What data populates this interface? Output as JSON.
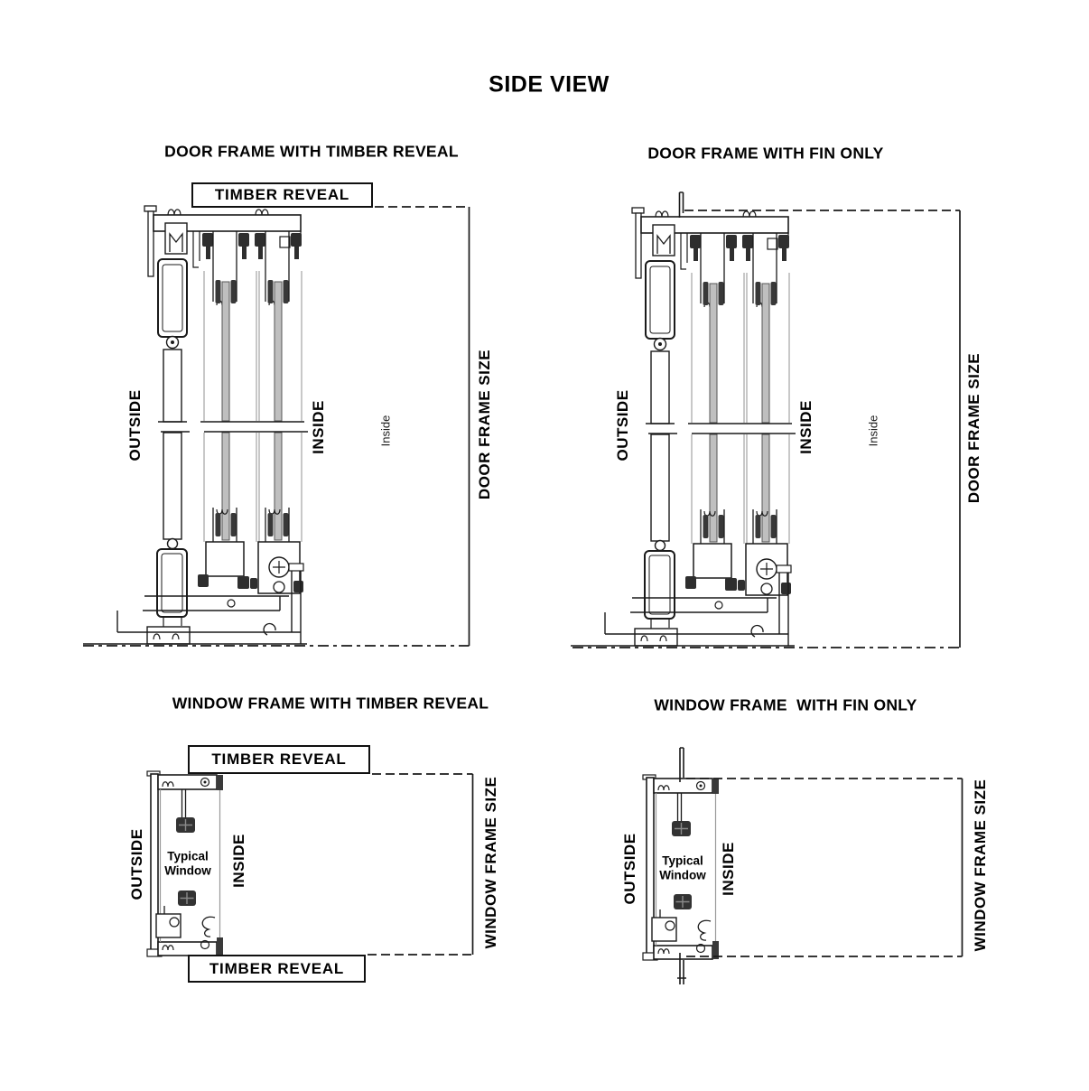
{
  "page": {
    "title": "SIDE VIEW",
    "background_color": "#ffffff",
    "line_color": "#1a1a1a"
  },
  "panels": {
    "door_timber": {
      "title": "DOOR FRAME WITH TIMBER REVEAL",
      "timber_reveal": "TIMBER REVEAL",
      "outside": "OUTSIDE",
      "inside": "INSIDE",
      "inside_note": "Inside",
      "frame_size": "DOOR FRAME SIZE"
    },
    "door_fin": {
      "title": "DOOR FRAME WITH FIN ONLY",
      "outside": "OUTSIDE",
      "inside": "INSIDE",
      "inside_note": "Inside",
      "frame_size": "DOOR FRAME SIZE"
    },
    "window_timber": {
      "title": "WINDOW FRAME WITH TIMBER REVEAL",
      "timber_reveal_top": "TIMBER REVEAL",
      "timber_reveal_bottom": "TIMBER REVEAL",
      "outside": "OUTSIDE",
      "inside": "INSIDE",
      "window_note_line1": "Typical",
      "window_note_line2": "Window",
      "frame_size": "WINDOW FRAME SIZE"
    },
    "window_fin": {
      "title": "WINDOW FRAME  WITH FIN ONLY",
      "outside": "OUTSIDE",
      "inside": "INSIDE",
      "window_note_line1": "Typical",
      "window_note_line2": "Window",
      "frame_size": "WINDOW FRAME SIZE"
    }
  }
}
